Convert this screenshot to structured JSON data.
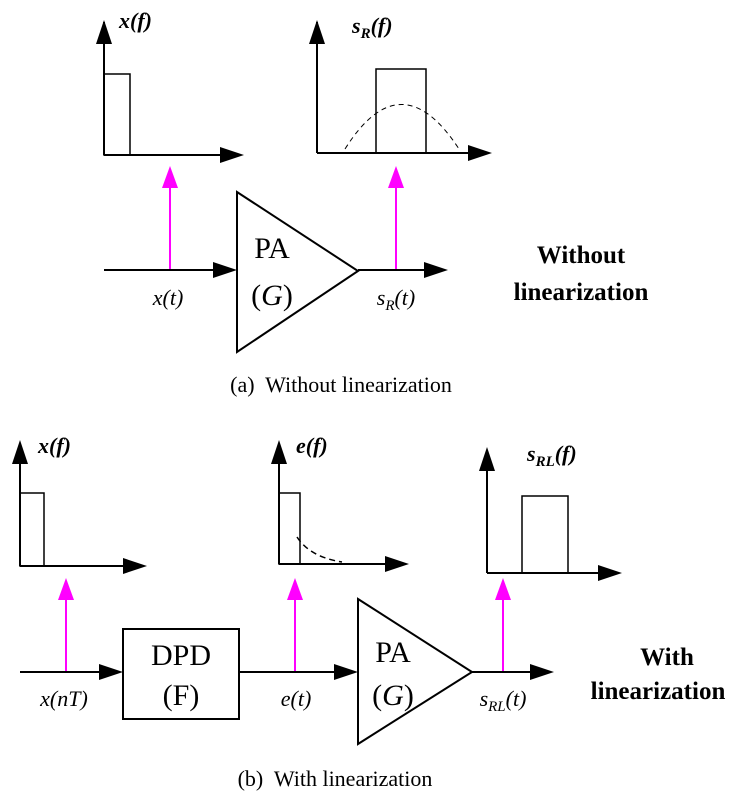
{
  "panel_a": {
    "spectrum_input": {
      "label_main": "x(f)"
    },
    "spectrum_output": {
      "label_main": "s",
      "label_sub": "R",
      "label_tail": "(f)"
    },
    "pa_block": {
      "line1": "PA",
      "line2_open": "(",
      "line2_var": "G",
      "line2_close": ")"
    },
    "signal_in": {
      "label": "x(t)"
    },
    "signal_out": {
      "label_main": "s",
      "label_sub": "R",
      "label_tail": "(t)"
    },
    "side_label": {
      "line1": "Without",
      "line2": "linearization"
    },
    "caption": "(a)  Without linearization"
  },
  "panel_b": {
    "spectrum_input": {
      "label_main": "x(f)"
    },
    "spectrum_error": {
      "label_main": "e(f)"
    },
    "spectrum_output": {
      "label_main": "s",
      "label_sub": "RL",
      "label_tail": "(f)"
    },
    "dpd_block": {
      "line1": "DPD",
      "line2": "(F)"
    },
    "pa_block": {
      "line1": "PA",
      "line2_open": "(",
      "line2_var": "G",
      "line2_close": ")"
    },
    "signal_in": {
      "label": "x(nT)"
    },
    "signal_mid": {
      "label": "e(t)"
    },
    "signal_out": {
      "label_main": "s",
      "label_sub": "RL",
      "label_tail": "(t)"
    },
    "side_label": {
      "line1": "With",
      "line2": "linearization"
    },
    "caption": "(b)  With linearization"
  },
  "colors": {
    "probe": "#ff00ff",
    "line": "#000000"
  }
}
